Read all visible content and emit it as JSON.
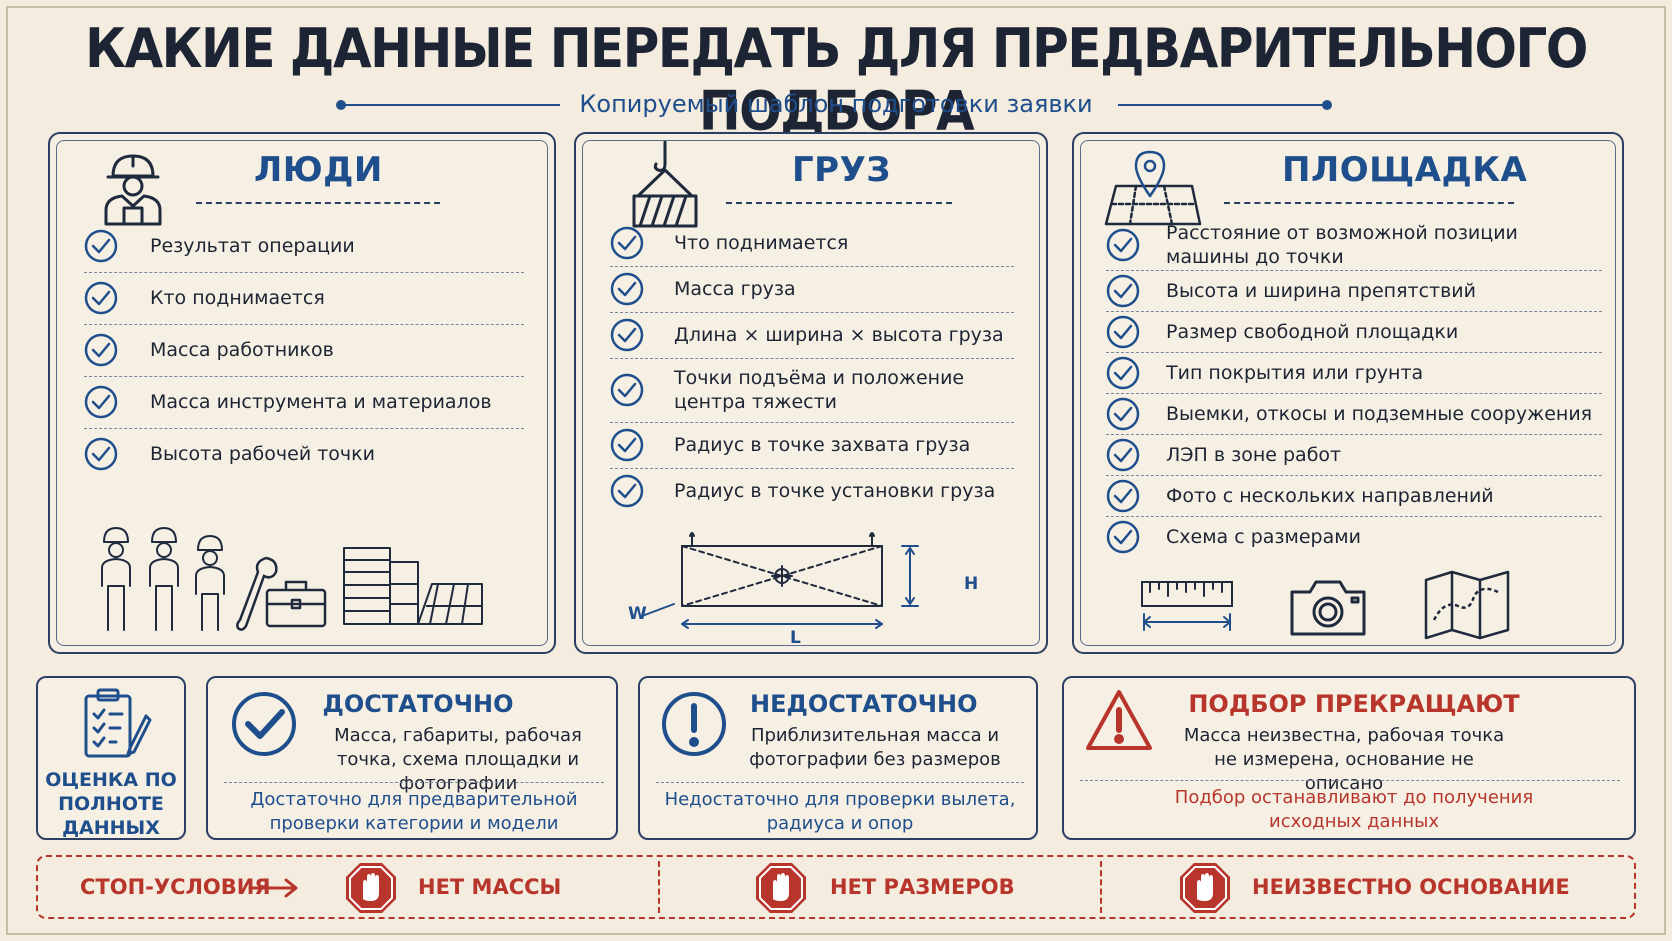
{
  "title": "КАКИЕ ДАННЫЕ ПЕРЕДАТЬ ДЛЯ ПРЕДВАРИТЕЛЬНОГО ПОДБОРА",
  "subtitle": "Копируемый шаблон подготовки заявки",
  "colors": {
    "navy": "#1f4e8c",
    "ink": "#1d2433",
    "red": "#b8352b",
    "paper": "#f3ecdf"
  },
  "people": {
    "title": "ЛЮДИ",
    "icon": "worker-icon",
    "items": [
      "Результат операции",
      "Кто поднимается",
      "Масса работников",
      "Масса инструмента и материалов",
      "Высота рабочей точки"
    ]
  },
  "cargo": {
    "title": "ГРУЗ",
    "icon": "crane-hook-icon",
    "items": [
      "Что поднимается",
      "Масса груза",
      "Длина × ширина × высота груза",
      "Точки подъёма и положение центра тяжести",
      "Радиус в точке захвата груза",
      "Радиус в точке установки груза"
    ],
    "dim_labels": {
      "w": "W",
      "l": "L",
      "h": "H"
    }
  },
  "site": {
    "title": "ПЛОЩАДКА",
    "icon": "map-pin-icon",
    "items": [
      "Расстояние от возможной позиции машины до точки",
      "Высота и ширина препятствий",
      "Размер свободной площадки",
      "Тип покрытия или грунта",
      "Выемки, откосы и подземные сооружения",
      "ЛЭП в зоне работ",
      "Фото с нескольких направлений",
      "Схема с размерами"
    ]
  },
  "assessment": {
    "label": "ОЦЕНКА ПО ПОЛНОТЕ ДАННЫХ",
    "icon": "clipboard-icon"
  },
  "enough": {
    "title": "ДОСТАТОЧНО",
    "body": "Масса, габариты, рабочая точка, схема площадки и фотографии",
    "note": "Достаточно для предварительной проверки категории и модели"
  },
  "not_enough": {
    "title": "НЕДОСТАТОЧНО",
    "body": "Приблизительная масса и фотографии без размеров",
    "note": "Недостаточно для проверки вылета, радиуса и опор"
  },
  "stopped": {
    "title": "ПОДБОР ПРЕКРАЩАЮТ",
    "body": "Масса неизвестна, рабочая точка не измерена, основание не описано",
    "note": "Подбор останавливают до получения исходных данных"
  },
  "stop_conditions": {
    "label": "СТОП-УСЛОВИЯ",
    "items": [
      "НЕТ МАССЫ",
      "НЕТ РАЗМЕРОВ",
      "НЕИЗВЕСТНО ОСНОВАНИЕ"
    ]
  }
}
